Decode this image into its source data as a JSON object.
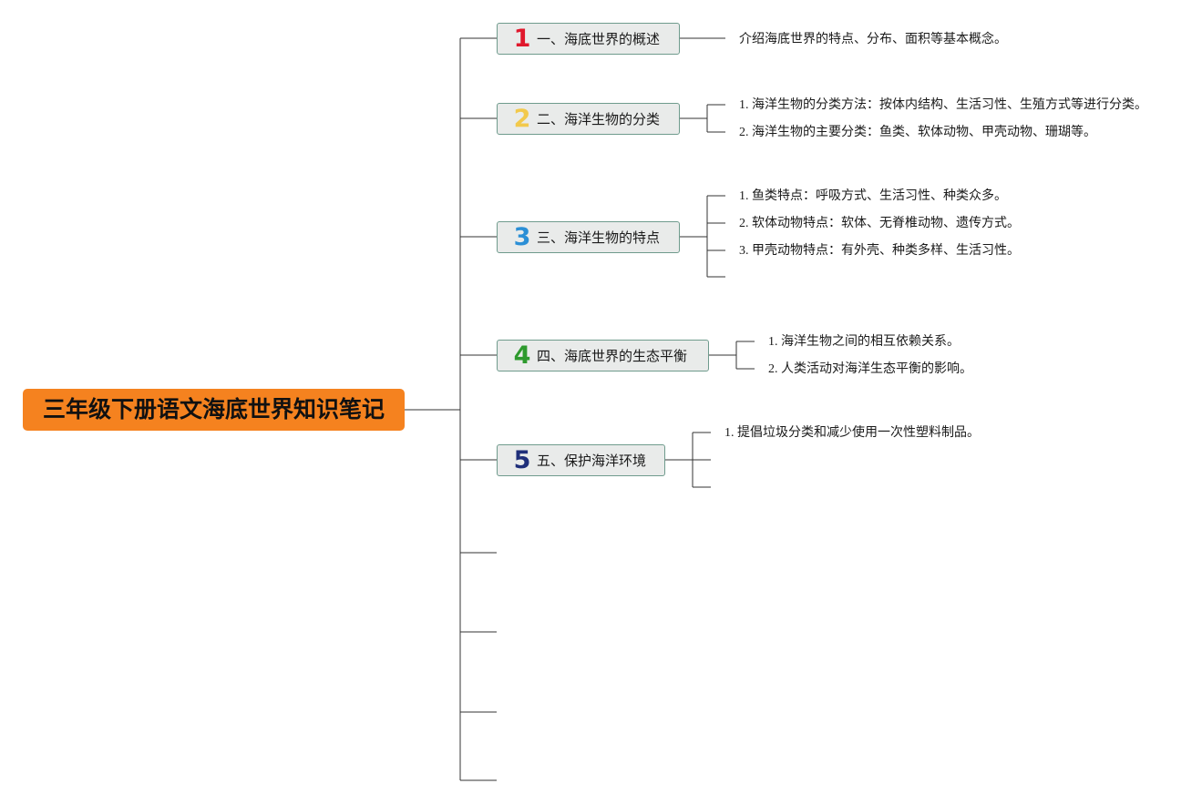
{
  "root": {
    "title": "三年级下册语文海底世界知识笔记",
    "color": "#f5821f"
  },
  "branches": [
    {
      "num": "1",
      "num_color": "#e0182c",
      "label": "一、海底世界的概述",
      "children": [
        "介绍海底世界的特点、分布、面积等基本概念。"
      ]
    },
    {
      "num": "2",
      "num_color": "#f2c94c",
      "label": "二、海洋生物的分类",
      "children": [
        "1. 海洋生物的分类方法：按体内结构、生活习性、生殖方式等进行分类。",
        "2. 海洋生物的主要分类：鱼类、软体动物、甲壳动物、珊瑚等。"
      ]
    },
    {
      "num": "3",
      "num_color": "#2b8fd6",
      "label": "三、海洋生物的特点",
      "children": [
        "1. 鱼类特点：呼吸方式、生活习性、种类众多。",
        "2. 软体动物特点：软体、无脊椎动物、遗传方式。",
        "3. 甲壳动物特点：有外壳、种类多样、生活习性。"
      ]
    },
    {
      "num": "4",
      "num_color": "#2e9a2e",
      "label": "四、海底世界的生态平衡",
      "children": [
        "1. 海洋生物之间的相互依赖关系。",
        "2. 人类活动对海洋生态平衡的影响。"
      ]
    },
    {
      "num": "5",
      "num_color": "#1f2f7a",
      "label": "五、保护海洋环境",
      "children": [
        "1. 提倡垃圾分类和减少使用一次性塑料制品。"
      ]
    }
  ],
  "colors": {
    "line": "#333333",
    "node_fill": "#e9ebea",
    "node_border": "#6f9b8d"
  }
}
